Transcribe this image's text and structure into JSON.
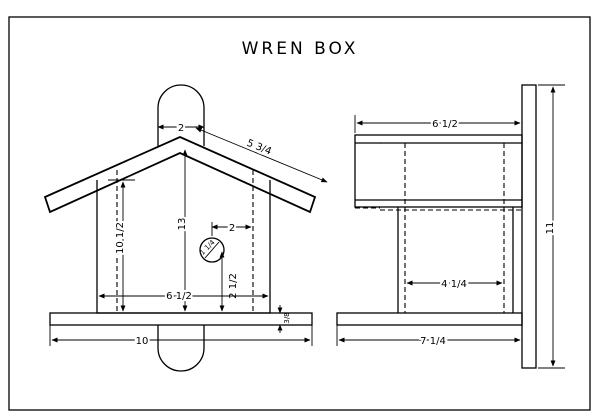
{
  "title": "WREN BOX",
  "front_view": {
    "dims": {
      "top_width": "2",
      "roof_length": "5 3/4",
      "side_height": "10 1/2",
      "total_height": "13",
      "hole_offset": "2",
      "hole_diameter": "1 1/4",
      "hole_height": "2 1/2",
      "inner_width": "6 1/2",
      "base_thickness": "3/8",
      "base_width": "10"
    }
  },
  "side_view": {
    "dims": {
      "depth_top": "6 1/2",
      "inner_depth": "4 1/4",
      "base_depth": "7 1/4",
      "post_height": "11"
    }
  }
}
